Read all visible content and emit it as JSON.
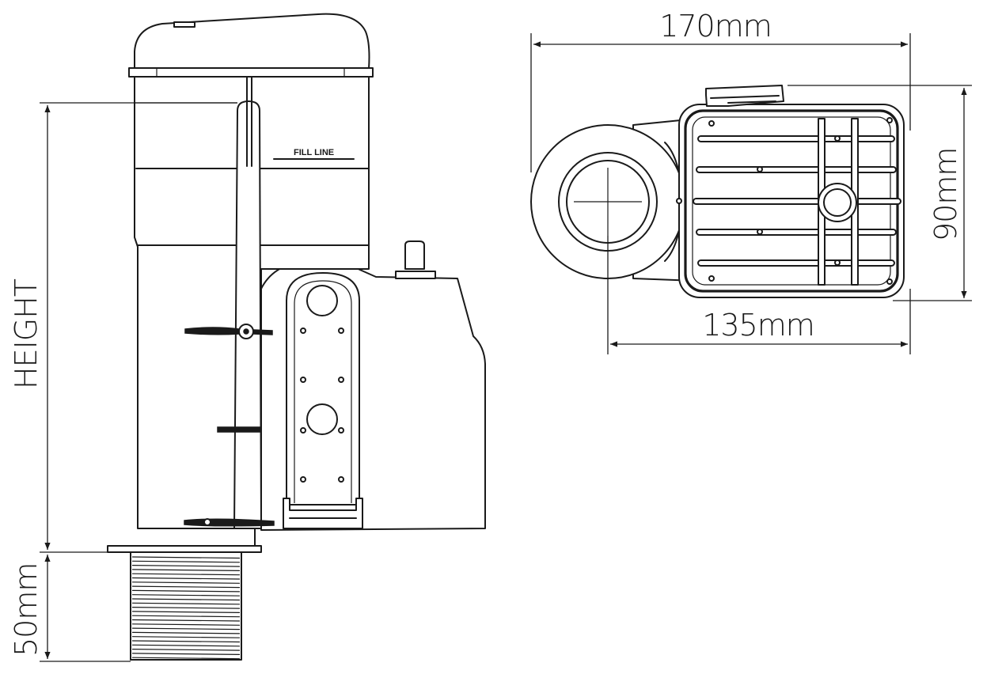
{
  "labels": {
    "height": "HEIGHT",
    "thread_length": "50mm",
    "top_width": "170mm",
    "bottom_width": "135mm",
    "depth": "90mm",
    "fill_line": "FILL LINE"
  },
  "colors": {
    "line": "#1a1a1a",
    "background": "#ffffff"
  },
  "icons": {
    "arrow": "dimension-arrow-icon"
  }
}
